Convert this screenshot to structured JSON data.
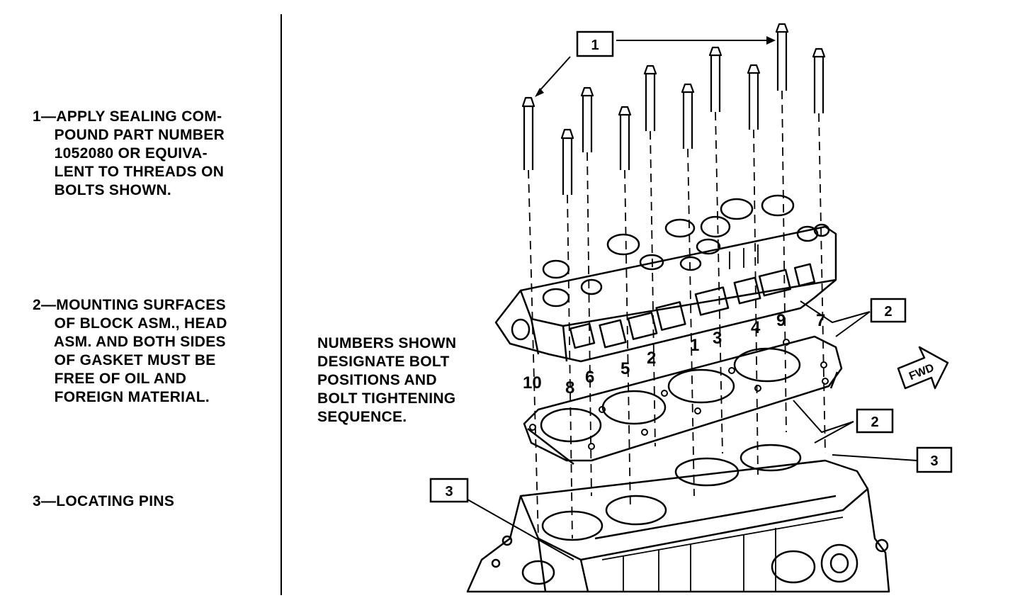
{
  "notes": {
    "note1": "1—APPLY SEALING COM-\n     POUND PART NUMBER\n     1052080 OR EQUIVA-\n     LENT TO THREADS ON\n     BOLTS SHOWN.",
    "note2": "2—MOUNTING SURFACES\n     OF BLOCK ASM., HEAD\n     ASM. AND BOTH SIDES\n     OF GASKET MUST BE\n     FREE OF OIL AND\n     FOREIGN MATERIAL.",
    "note3": "3—LOCATING PINS"
  },
  "sequence_note": "NUMBERS SHOWN\nDESIGNATE BOLT\nPOSITIONS AND\nBOLT TIGHTENING\nSEQUENCE.",
  "callouts": {
    "c1": "1",
    "c2_head": "2",
    "c2_block": "2",
    "c3_right": "3",
    "c3_left": "3"
  },
  "direction_label": "FWD",
  "bolt_numbers": {
    "b1": "1",
    "b2": "2",
    "b3": "3",
    "b4": "4",
    "b5": "5",
    "b6": "6",
    "b7": "7",
    "b8": "8",
    "b9": "9",
    "b10": "10"
  }
}
